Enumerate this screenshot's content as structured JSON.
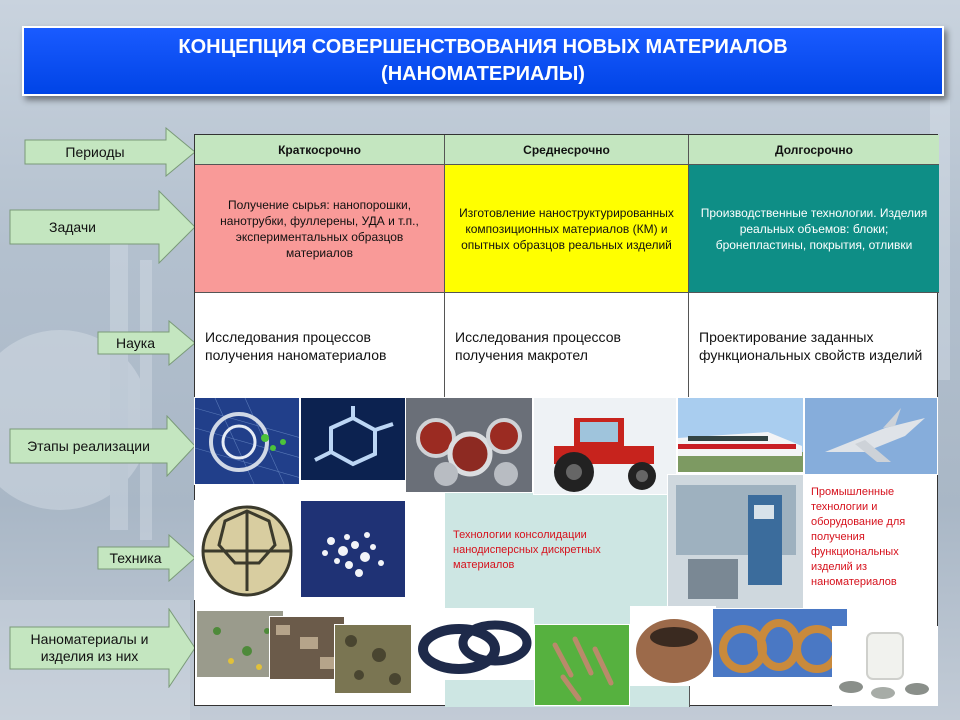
{
  "title": {
    "line1": "КОНЦЕПЦИЯ СОВЕРШЕНСТВОВАНИЯ НОВЫХ МАТЕРИАЛОВ",
    "line2": "(НАНОМАТЕРИАЛЫ)"
  },
  "left_arrows": [
    "Периоды",
    "Задачи",
    "Наука",
    "Этапы реализации",
    "Техника",
    "Наноматериалы и изделия из них"
  ],
  "periods": [
    "Краткосрочно",
    "Среднесрочно",
    "Долгосрочно"
  ],
  "tasks": [
    "Получение сырья: нанопорошки, нанотрубки, фуллерены, УДА и т.п., экспериментальных образцов материалов",
    "Изготовление наноструктурированных композиционных материалов (КМ) и опытных образцов реальных изделий",
    "Производственные технологии. Изделия реальных объемов: блоки; бронепластины, покрытия, отливки"
  ],
  "science": [
    "Исследования процессов получения наноматериалов",
    "Исследования процессов получения макротел",
    "Проектирование заданных функциональных свойств изделий"
  ],
  "technique_text": {
    "mid": "Технологии консолидации нанодисперсных дискретных материалов",
    "long": "Промышленные технологии и оборудование для получения функциональных изделий из наноматериалов"
  },
  "colors": {
    "title_bg": "#0044e6",
    "header_bg": "#c4e6c0",
    "task_short": "#f99a98",
    "task_mid": "#ffff00",
    "task_long": "#0e8e86",
    "arrow_fill": "#c4e6c0",
    "technique_red": "#d6111c"
  }
}
